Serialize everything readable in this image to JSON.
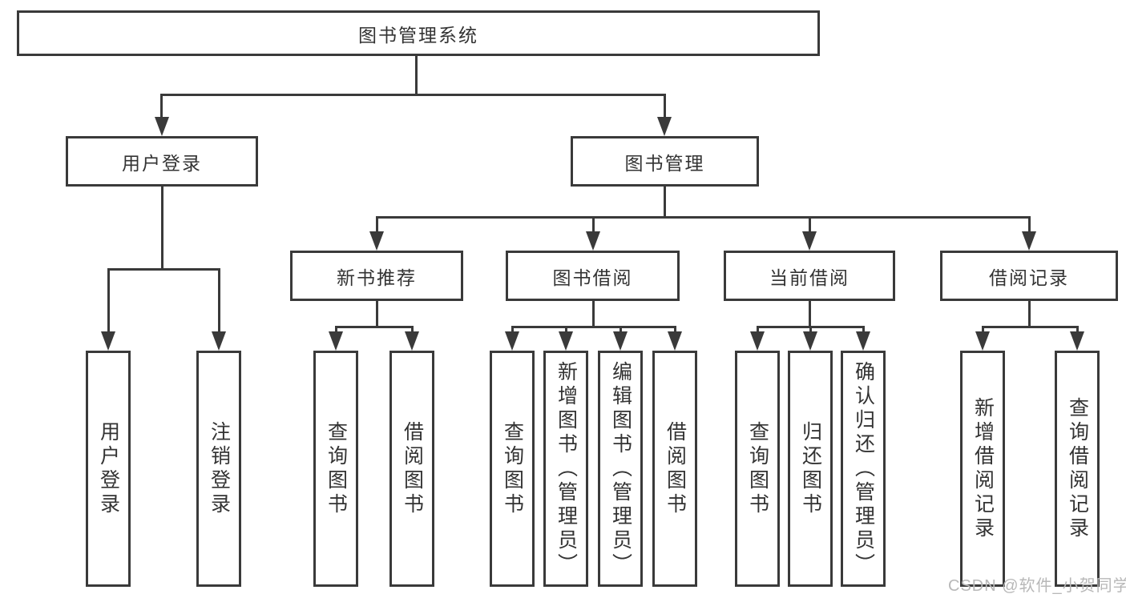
{
  "diagram": {
    "root": {
      "label": "图书管理系统"
    },
    "branches": [
      {
        "label": "用户登录",
        "children": [
          {
            "label": "用户登录"
          },
          {
            "label": "注销登录"
          }
        ]
      },
      {
        "label": "图书管理",
        "children": [
          {
            "label": "新书推荐",
            "children": [
              {
                "label": "查询图书"
              },
              {
                "label": "借阅图书"
              }
            ]
          },
          {
            "label": "图书借阅",
            "children": [
              {
                "label": "查询图书"
              },
              {
                "label": "新增图书（管理员）"
              },
              {
                "label": "编辑图书（管理员）"
              },
              {
                "label": "借阅图书"
              }
            ]
          },
          {
            "label": "当前借阅",
            "children": [
              {
                "label": "查询图书"
              },
              {
                "label": "归还图书"
              },
              {
                "label": "确认归还（管理员）"
              }
            ]
          },
          {
            "label": "借阅记录",
            "children": [
              {
                "label": "新增借阅记录"
              },
              {
                "label": "查询借阅记录"
              }
            ]
          }
        ]
      }
    ]
  },
  "colors": {
    "line": "#3a3a3a",
    "text": "#333333",
    "watermark_text": "#b8b8b8",
    "background": "#ffffff"
  },
  "watermark": {
    "text": "CSDN @软件_小贺同学"
  }
}
